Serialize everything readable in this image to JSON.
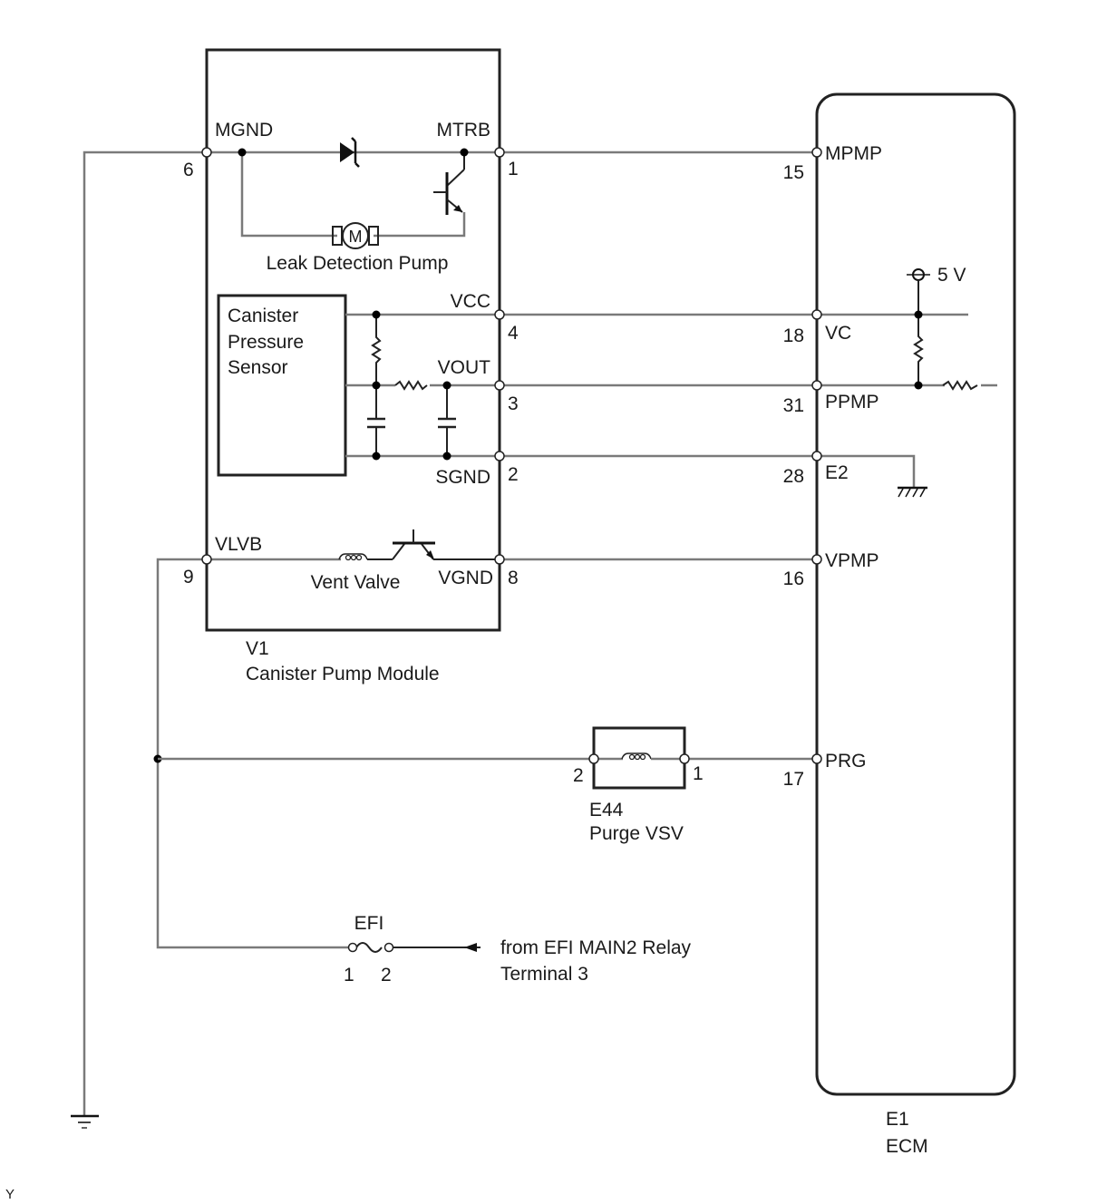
{
  "diagram": {
    "type": "wiring-schematic",
    "canister_pump_module": {
      "code": "V1",
      "name": "Canister Pump Module",
      "pins": [
        {
          "num": "6",
          "name": "MGND"
        },
        {
          "num": "1",
          "name": "MTRB"
        },
        {
          "num": "4",
          "name": "VCC"
        },
        {
          "num": "3",
          "name": "VOUT"
        },
        {
          "num": "2",
          "name": "SGND"
        },
        {
          "num": "9",
          "name": "VLVB"
        },
        {
          "num": "8",
          "name": "VGND"
        }
      ],
      "components": {
        "pump": "Leak Detection Pump",
        "motor_symbol": "M",
        "sensor": [
          "Canister",
          "Pressure",
          "Sensor"
        ],
        "valve": "Vent Valve"
      }
    },
    "ecm": {
      "code": "E1",
      "name": "ECM",
      "pins": [
        {
          "num": "15",
          "name": "MPMP"
        },
        {
          "num": "18",
          "name": "VC"
        },
        {
          "num": "31",
          "name": "PPMP"
        },
        {
          "num": "28",
          "name": "E2"
        },
        {
          "num": "16",
          "name": "VPMP"
        },
        {
          "num": "17",
          "name": "PRG"
        }
      ],
      "supply": "5 V"
    },
    "purge_vsv": {
      "code": "E44",
      "name": "Purge VSV",
      "pins": [
        "2",
        "1"
      ]
    },
    "fuse": {
      "name": "EFI",
      "pins": [
        "1",
        "2"
      ],
      "source_line1": "from EFI MAIN2 Relay",
      "source_line2": "Terminal 3"
    },
    "corner_mark": "Y"
  }
}
